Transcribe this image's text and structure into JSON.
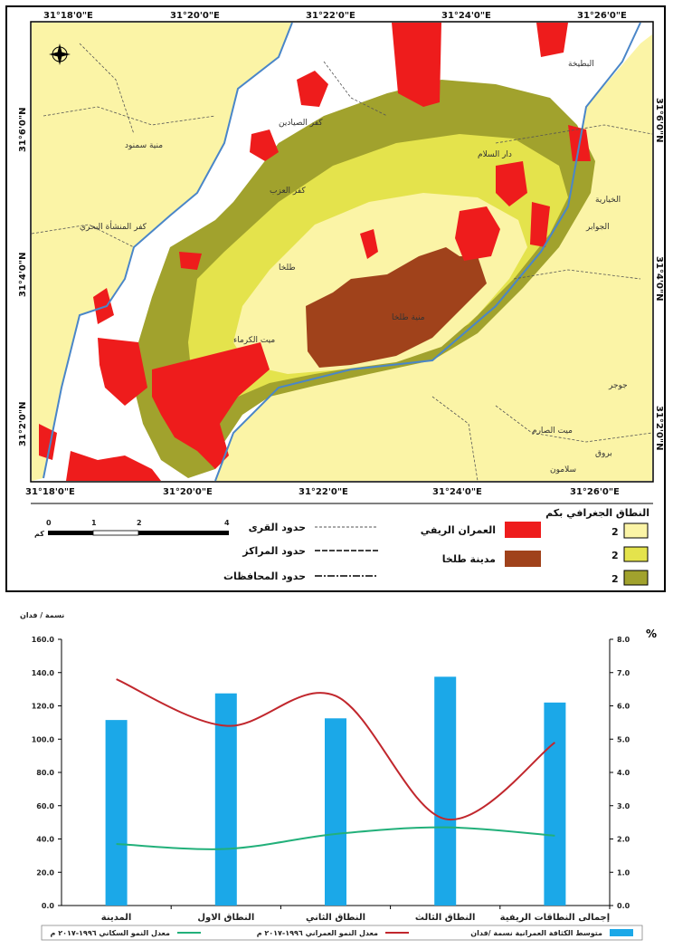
{
  "map": {
    "top_coords": [
      "31°18'0\"E",
      "31°20'0\"E",
      "31°22'0\"E",
      "31°24'0\"E",
      "31°26'0\"E"
    ],
    "bottom_coords": [
      "31°18'0\"E",
      "31°20'0\"E",
      "31°22'0\"E",
      "31°24'0\"E",
      "31°26'0\"E"
    ],
    "left_coords": [
      "31°6'0\"N",
      "31°4'0\"N",
      "31°2'0\"N"
    ],
    "right_coords": [
      "31°6'0\"N",
      "31°4'0\"N",
      "31°2'0\"N"
    ],
    "place_labels": [
      "منية سمنود",
      "كفر العزب",
      "كفر المنشأة البحري",
      "طلخا",
      "منية طلخا",
      "ميت الكرماء",
      "جوجر",
      "ميت الصارم",
      "بروق",
      "سلامون",
      "كفر الصيادين",
      "دار السلام",
      "البطيخة",
      "الجوابر",
      "الخيارية"
    ],
    "colors": {
      "rural_urban": "#ee1c1c",
      "talkha_city": "#a0421b",
      "ring1": "#fbf4a6",
      "ring2": "#e4e34c",
      "ring3": "#a1a22d",
      "outside": "#ffffff",
      "boundary": "#4a86c8"
    },
    "legend": {
      "zones_title": "النطاق الجغرافي بكم",
      "zone_values": [
        "2",
        "2",
        "2"
      ],
      "urban_label": "العمران الريفي",
      "city_label": "مدينة طلخا",
      "village_boundary": "حدود القرى",
      "markaz_boundary": "حدود المراكز",
      "gov_boundary": "حدود المحافظات",
      "scale_ticks": [
        "0",
        "1",
        "2",
        "4"
      ],
      "scale_unit": "كم"
    }
  },
  "chart_data": {
    "type": "bar",
    "categories": [
      "المدينة",
      "النطاق الاول",
      "النطاق الثاني",
      "النطاق الثالث",
      "إجمالى النطاقات الريفية"
    ],
    "series": [
      {
        "name": "متوسط الكثافة العمرانية نسمة /فدان",
        "type": "bar",
        "axis": "left",
        "values": [
          111.5,
          127.5,
          112.5,
          137.5,
          122.0
        ],
        "color": "#1ba8e8"
      },
      {
        "name": "معدل النمو العمراني ١٩٩٦-٢٠١٧ م",
        "type": "line",
        "axis": "right",
        "values": [
          6.8,
          5.4,
          6.3,
          2.6,
          4.9
        ],
        "color": "#c1272d"
      },
      {
        "name": "معدل النمو السكاني ١٩٩٦-٢٠١٧ م",
        "type": "line",
        "axis": "right",
        "values": [
          1.85,
          1.7,
          2.15,
          2.35,
          2.1
        ],
        "color": "#22b07a"
      }
    ],
    "ylabel": "نسمة / فدان",
    "y2label": "%",
    "ylim": [
      0,
      160
    ],
    "y2lim": [
      0,
      8
    ],
    "yticks": [
      "0.0",
      "20.0",
      "40.0",
      "60.0",
      "80.0",
      "100.0",
      "120.0",
      "140.0",
      "160.0"
    ],
    "y2ticks": [
      "0.0",
      "1.0",
      "2.0",
      "3.0",
      "4.0",
      "5.0",
      "6.0",
      "7.0",
      "8.0"
    ],
    "grid": false,
    "legend_position": "bottom"
  }
}
